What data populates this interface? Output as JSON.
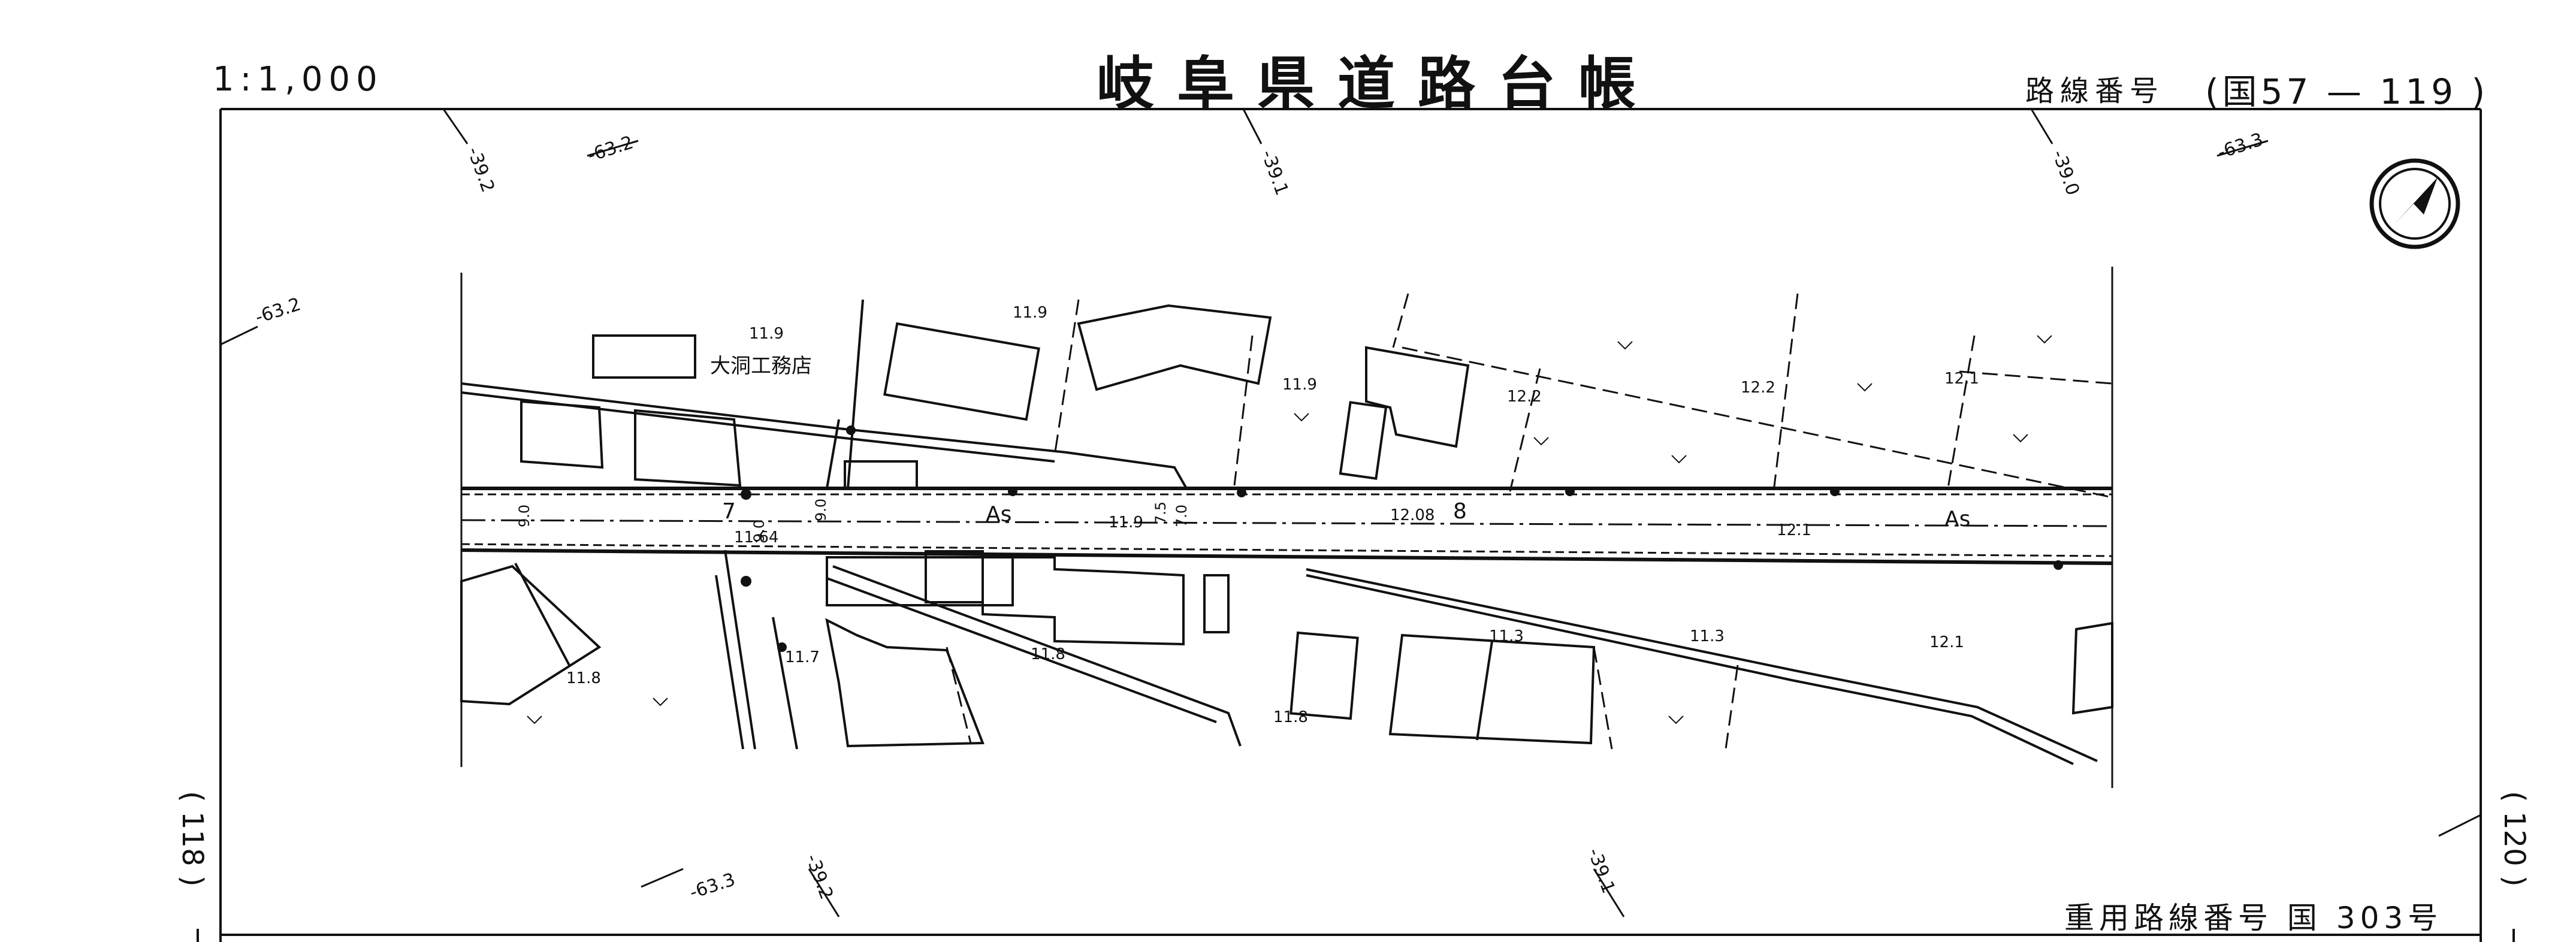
{
  "header": {
    "title": "岐阜県道路台帳",
    "scale": "1:1,000",
    "route_label": "路線番号",
    "route_number": "(国57 — 119 )"
  },
  "footer": {
    "overlap_route": "重用路線番号 国 303号"
  },
  "margins": {
    "left_sheet": "( 118 )",
    "right_sheet": "( 120 )"
  },
  "grid_labels": {
    "top_left_x": "-39.2",
    "top_left_y": "-63.2",
    "top_mid_x": "-39.1",
    "top_right_x": "-39.0",
    "top_right_y": "-63.3",
    "left_y": "-63.2",
    "bottom_left_y": "-63.3",
    "bottom_left_x": "-39.2",
    "bottom_mid_x": "-39.1"
  },
  "map": {
    "place_name": "大洞工務店",
    "road_surface_1": "As",
    "road_surface_2": "As",
    "road_width_1": "9.0",
    "road_width_2": "9.0",
    "road_width_3": "9.0",
    "road_width_4": "7.5",
    "road_width_5": "7.0",
    "junction_no": "7",
    "station_no": "8",
    "spot_heights": {
      "h1": "11.9",
      "h2": "11.9",
      "h3": "11.9",
      "h4": "12.2",
      "h5": "12.2",
      "h6": "12.1",
      "h7": "11.64",
      "h8": "11.9",
      "h9": "12.08",
      "h10": "12.1",
      "h11": "11.8",
      "h12": "11.7",
      "h13": "11.8",
      "h14": "11.8",
      "h15": "11.3",
      "h16": "11.3",
      "h17": "12.1"
    }
  },
  "compass": {
    "icon": "north-arrow-icon"
  }
}
